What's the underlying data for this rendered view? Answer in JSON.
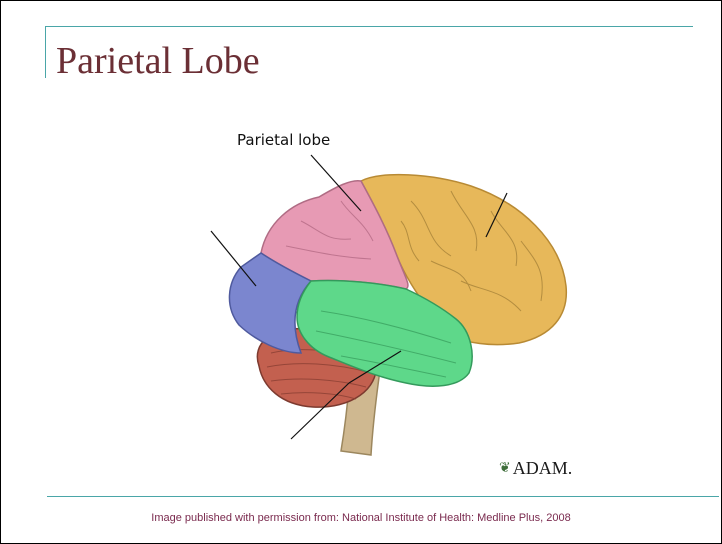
{
  "slide": {
    "title": "Parietal Lobe",
    "caption": "Image published with permission from: National Institute of Health: Medline Plus, 2008"
  },
  "figure": {
    "label": "Parietal lobe",
    "logo": "ADAM."
  },
  "colors": {
    "accent_line": "#4aa6a8",
    "title": "#6b2f35",
    "caption": "#7a2a4e",
    "parietal": "#e79ab4",
    "frontal": "#e7b85a",
    "occipital": "#7b86cf",
    "temporal": "#5ed88a",
    "cerebellum": "#c3604f",
    "brainstem": "#cfb890"
  }
}
